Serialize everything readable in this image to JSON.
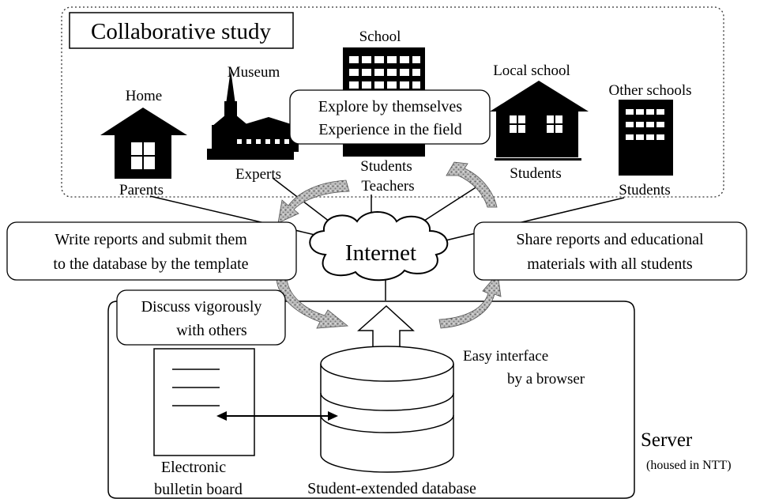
{
  "collaborative": {
    "title": "Collaborative study",
    "places": {
      "home": "Home",
      "museum": "Museum",
      "school": "School",
      "local_school": "Local school",
      "other_schools": "Other schools"
    },
    "actors": {
      "parents": "Parents",
      "experts": "Experts",
      "students_line1": "Students",
      "teachers": "Teachers",
      "local_students": "Students",
      "other_students": "Students"
    },
    "explore": {
      "line1": "Explore by themselves",
      "line2": "Experience in the field"
    }
  },
  "internet_label": "Internet",
  "activities": {
    "write_reports": {
      "line1": "Write reports and submit them",
      "line2": "to the database by the template"
    },
    "share_reports": {
      "line1": "Share reports and educational",
      "line2": "materials with all students"
    },
    "discuss": {
      "line1": "Discuss vigorously",
      "line2": "with others"
    }
  },
  "server": {
    "label": "Server",
    "note": "(housed in NTT)",
    "interface": {
      "line1": "Easy interface",
      "line2": "by a browser"
    },
    "bulletin_board": {
      "line1": "Electronic",
      "line2": "bulletin board"
    },
    "database_label": "Student-extended database"
  }
}
